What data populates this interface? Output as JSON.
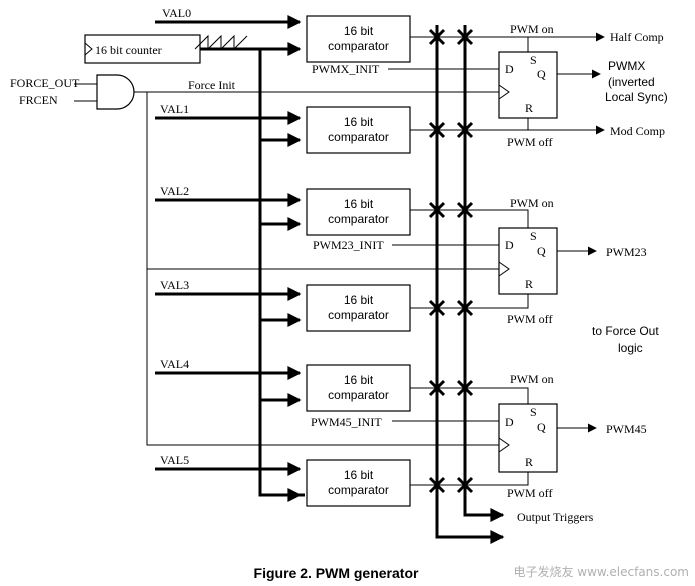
{
  "inputs": {
    "val0": "VAL0",
    "val1": "VAL1",
    "val2": "VAL2",
    "val3": "VAL3",
    "val4": "VAL4",
    "val5": "VAL5",
    "force_out": "FORCE_OUT",
    "frcen": "FRCEN"
  },
  "counter": {
    "label": "16 bit counter"
  },
  "comparator": {
    "line1": "16 bit",
    "line2": "comparator"
  },
  "signals": {
    "force_init": "Force Init",
    "pwm_on": "PWM on",
    "pwm_off": "PWM off",
    "pwmx_init": "PWMX_INIT",
    "pwm23_init": "PWM23_INIT",
    "pwm45_init": "PWM45_INIT"
  },
  "flipflop": {
    "d": "D",
    "s": "S",
    "q": "Q",
    "r": "R"
  },
  "outputs": {
    "half_comp": "Half Comp",
    "pwmx_line1": "PWMX",
    "pwmx_line2": "(inverted",
    "pwmx_line3": "Local Sync)",
    "mod_comp": "Mod Comp",
    "pwm23": "PWM23",
    "pwm45": "PWM45",
    "output_triggers": "Output Triggers",
    "force_out_note_line1": "to Force Out",
    "force_out_note_line2": "logic"
  },
  "caption": "Figure 2. PWM generator",
  "watermark": "电子发烧友 www.elecfans.com"
}
